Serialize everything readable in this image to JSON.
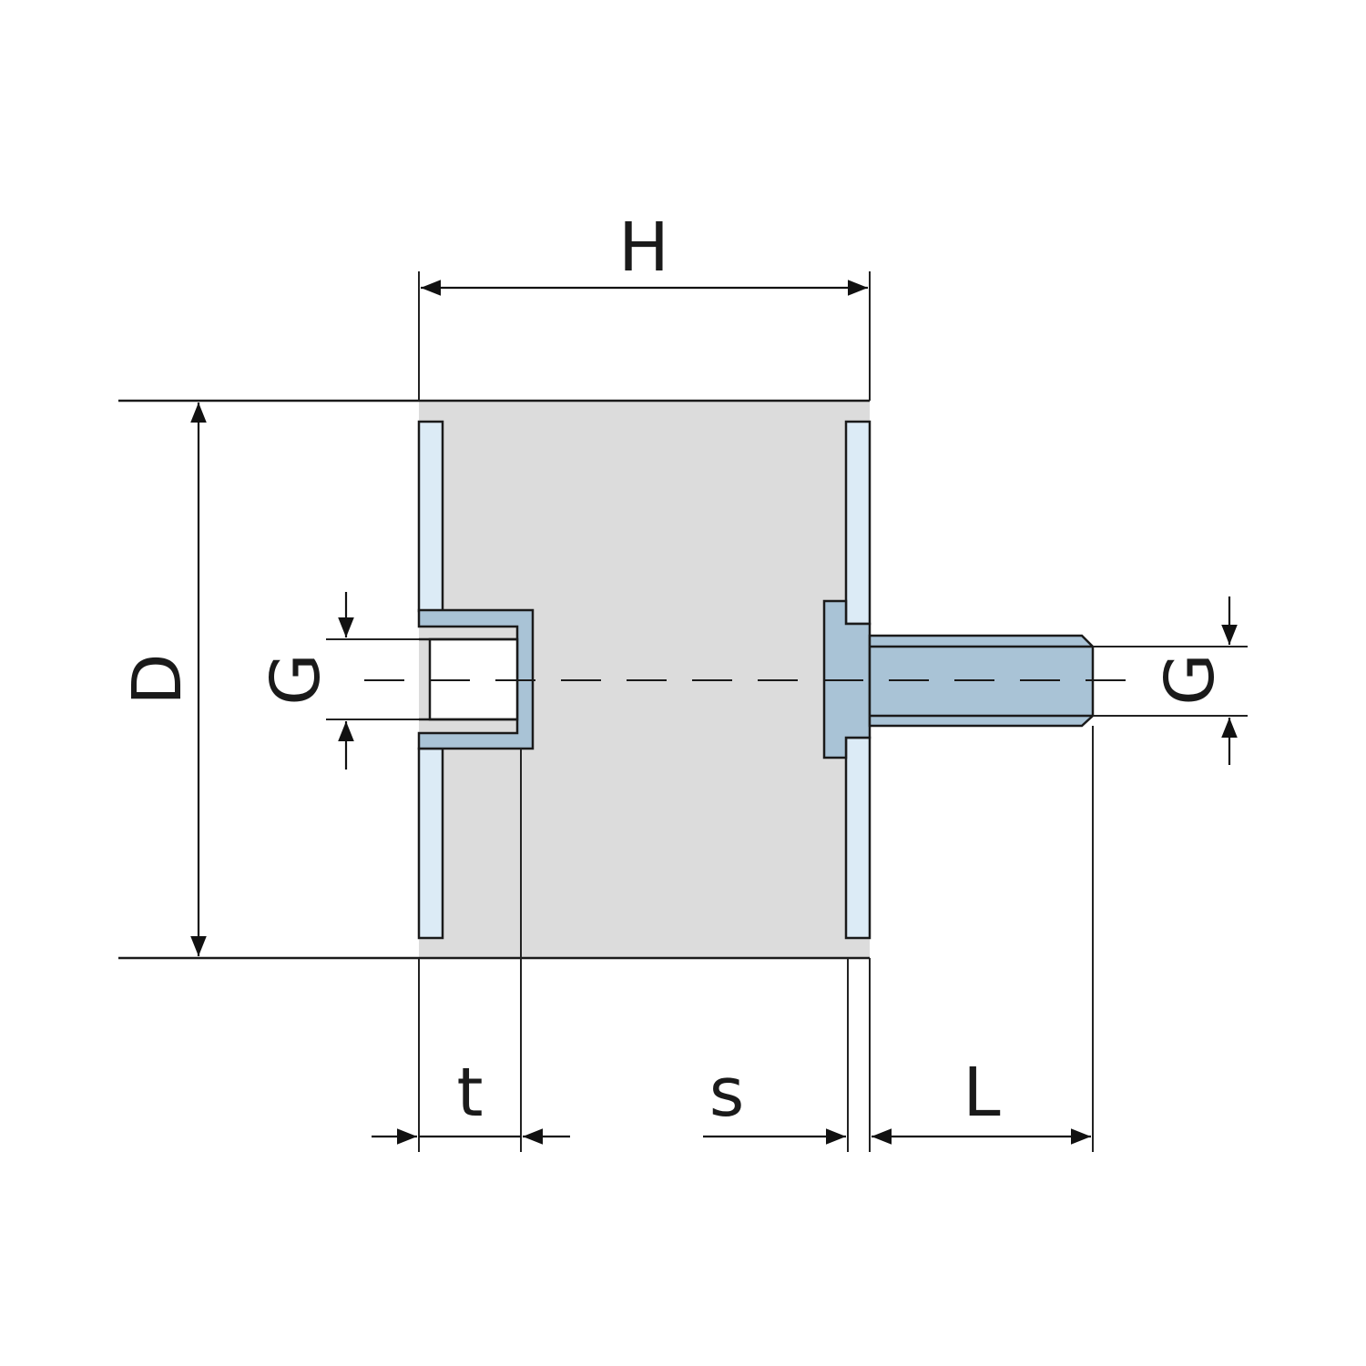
{
  "labels": {
    "height": "H",
    "diameter": "D",
    "thread_left": "G",
    "thread_right": "G",
    "depth": "t",
    "plate": "s",
    "length": "L"
  },
  "colors": {
    "rubber_body": "#dcdcdc",
    "metal_plate": "#dcebf6",
    "metal_part": "#a9c3d6",
    "outline": "#1a1a1a",
    "line": "#222222"
  }
}
